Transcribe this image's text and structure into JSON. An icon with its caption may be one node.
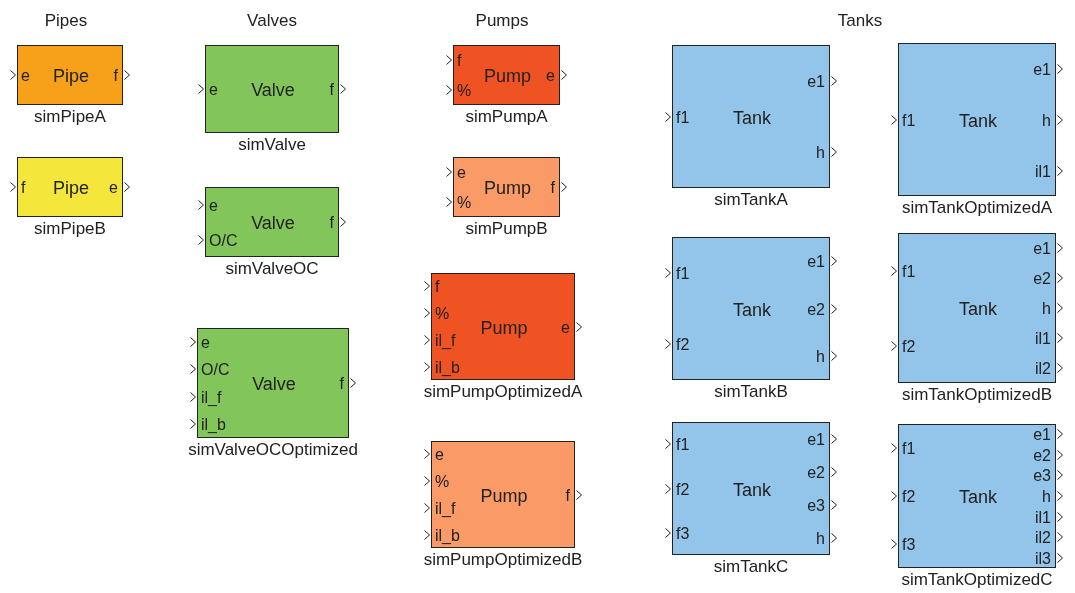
{
  "diagram": {
    "nodes": [
      {
        "text": [
          "e",
          "Pipe",
          "f"
        ],
        "beside": [
          "simPipeA"
        ]
      },
      {
        "text": [
          "f",
          "Pipe",
          "e"
        ],
        "beside": [
          "simPipeB"
        ]
      },
      {
        "text": [
          "e",
          "Valve",
          "f"
        ],
        "beside": [
          "simValve"
        ]
      },
      {
        "text": [
          "e",
          "O/C",
          "Valve",
          "f"
        ],
        "beside": [
          "simValveOC"
        ]
      },
      {
        "text": [
          "e",
          "O/C",
          "il_f",
          "il_b",
          "Valve",
          "f"
        ],
        "beside": [
          "simValveOCOptimized"
        ]
      },
      {
        "text": [
          "f",
          "%",
          "Pump",
          "e"
        ],
        "beside": [
          "simPumpA"
        ]
      },
      {
        "text": [
          "e",
          "%",
          "Pump",
          "f"
        ],
        "beside": [
          "simPumpB"
        ]
      },
      {
        "text": [
          "f",
          "%",
          "il_f",
          "il_b",
          "Pump",
          "e"
        ],
        "beside": [
          "simPumpOptimizedA"
        ]
      },
      {
        "text": [
          "e",
          "%",
          "il_f",
          "il_b",
          "Pump",
          "f"
        ],
        "beside": [
          "simPumpOptimizedB"
        ]
      },
      {
        "text": [
          "f1",
          "Tank",
          "e1",
          "h"
        ],
        "beside": [
          "simTankA"
        ]
      },
      {
        "text": [
          "f1",
          "Tank",
          "e1",
          "h",
          "il1"
        ],
        "beside": [
          "simTankOptimizedA"
        ]
      },
      {
        "text": [
          "f1",
          "f2",
          "Tank",
          "e1",
          "e2",
          "h"
        ],
        "beside": [
          "simTankB"
        ]
      },
      {
        "text": [
          "f1",
          "f2",
          "Tank",
          "e1",
          "e2",
          "h",
          "il1",
          "il2"
        ],
        "beside": [
          "simTankOptimizedB"
        ]
      },
      {
        "text": [
          "f1",
          "f2",
          "f3",
          "Tank",
          "e1",
          "e2",
          "e3",
          "h"
        ],
        "beside": [
          "simTankC"
        ]
      },
      {
        "text": [
          "f1",
          "f2",
          "f3",
          "Tank",
          "e1",
          "e2",
          "e3",
          "h",
          "il1",
          "il2",
          "il3"
        ],
        "beside": [
          "simTankOptimizedC"
        ]
      }
    ],
    "labels": [
      "Pipes",
      "Valves",
      "Pumps",
      "Tanks"
    ]
  }
}
